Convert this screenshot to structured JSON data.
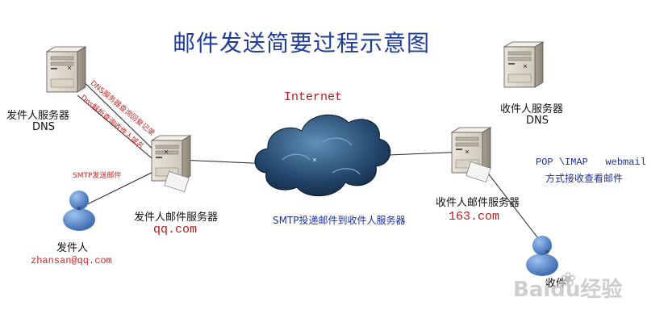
{
  "title": "邮件发送简要过程示意图",
  "internet": "Internet",
  "sender_dns": {
    "line1": "发件人服务器",
    "line2": "DNS"
  },
  "receiver_dns": {
    "line1": "收件人服务器",
    "line2": "DNS"
  },
  "sender_mail_server": {
    "label": "发件人邮件服务器",
    "domain": "qq.com"
  },
  "receiver_mail_server": {
    "label": "收件人邮件服务器",
    "domain": "163.com"
  },
  "sender_user": {
    "label": "发件人",
    "email": "zhansan@qq.com"
  },
  "receiver_user": {
    "label": "收件"
  },
  "edges": {
    "dns_query": "DNS服务器查询回复记录",
    "dns_resolve": "Dns解析查询收件人域名",
    "smtp_send": "SMTP发送邮件",
    "smtp_deliver": "SMTP投递邮件到收件人服务器",
    "pop_imap_line1": "POP \\IMAP   webmail",
    "pop_imap_line2": "方式接收查看邮件"
  },
  "watermark": "Baidu经验",
  "colors": {
    "title": "#1f3d99",
    "red_text": "#c62828",
    "blue_text": "#1c2fa8",
    "cloud": "#1d3c5e"
  }
}
